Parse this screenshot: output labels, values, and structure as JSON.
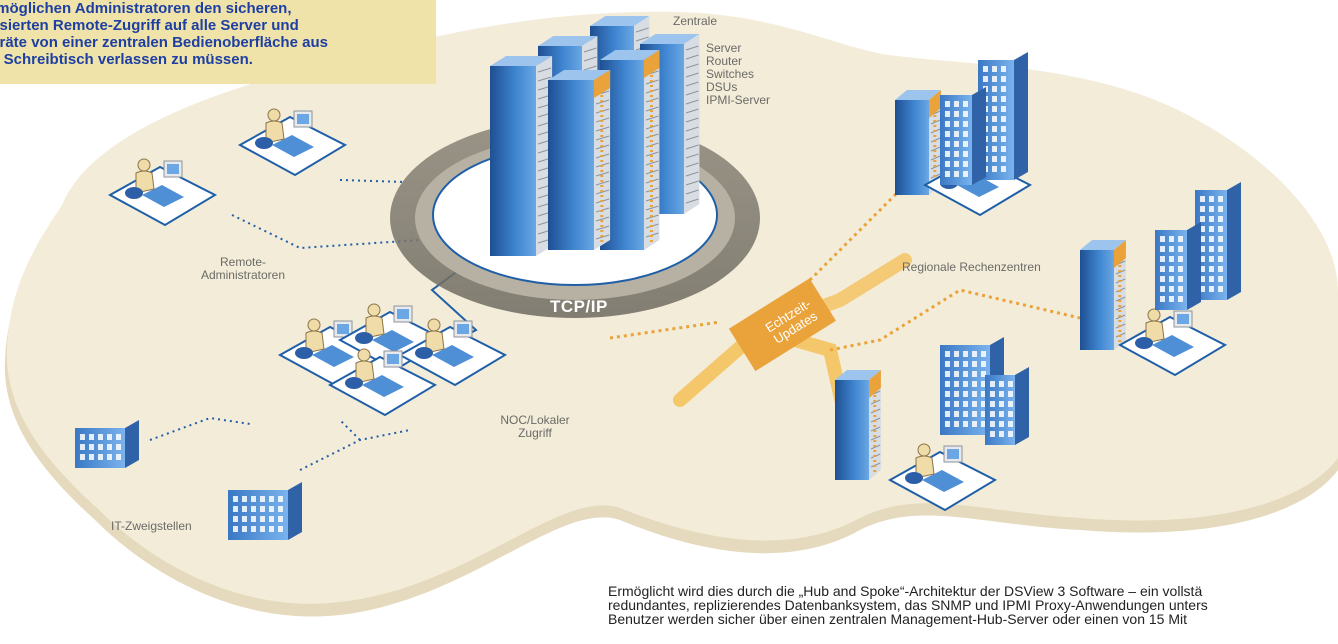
{
  "intro_lines": [
    "ermöglichen Administratoren den sicheren,",
    "basierten Remote-Zugriff auf alle Server und",
    "geräte von einer zentralen Bedienoberfläche aus",
    "en Schreibtisch verlassen zu müssen."
  ],
  "labels": {
    "zentrale": "Zentrale",
    "device_list": [
      "Server",
      "Router",
      "Switches",
      "DSUs",
      "IPMI-Server"
    ],
    "remote_admins": [
      "Remote-",
      "Administratoren"
    ],
    "tcp": "TCP/IP",
    "updates": [
      "Echtzeit-",
      "Updates"
    ],
    "regional": "Regionale Rechenzentren",
    "noc": [
      "NOC/Lokaler",
      "Zugriff"
    ],
    "branches": "IT-Zweigstellen"
  },
  "footer_lines": [
    "Ermöglicht wird dies durch die „Hub and Spoke“-Architektur der DSView 3 Software – ein vollstä",
    "redundantes, replizierendes Datenbanksystem, das SNMP und IPMI Proxy-Anwendungen unters",
    "Benutzer werden sicher über einen zentralen Management-Hub-Server oder einen von 15 Mit"
  ],
  "colors": {
    "cloud": "#f2ebd8",
    "cloud_edge": "#e3d7b8",
    "intro_box": "#efe3a9",
    "intro_text": "#1d3fa3",
    "link": "#1f5fa8",
    "update_arrow": "#f4c76b",
    "update_dots": "#e9a33a",
    "server_blue": "#3e84cf",
    "building_blue": "#5b9ae0"
  }
}
